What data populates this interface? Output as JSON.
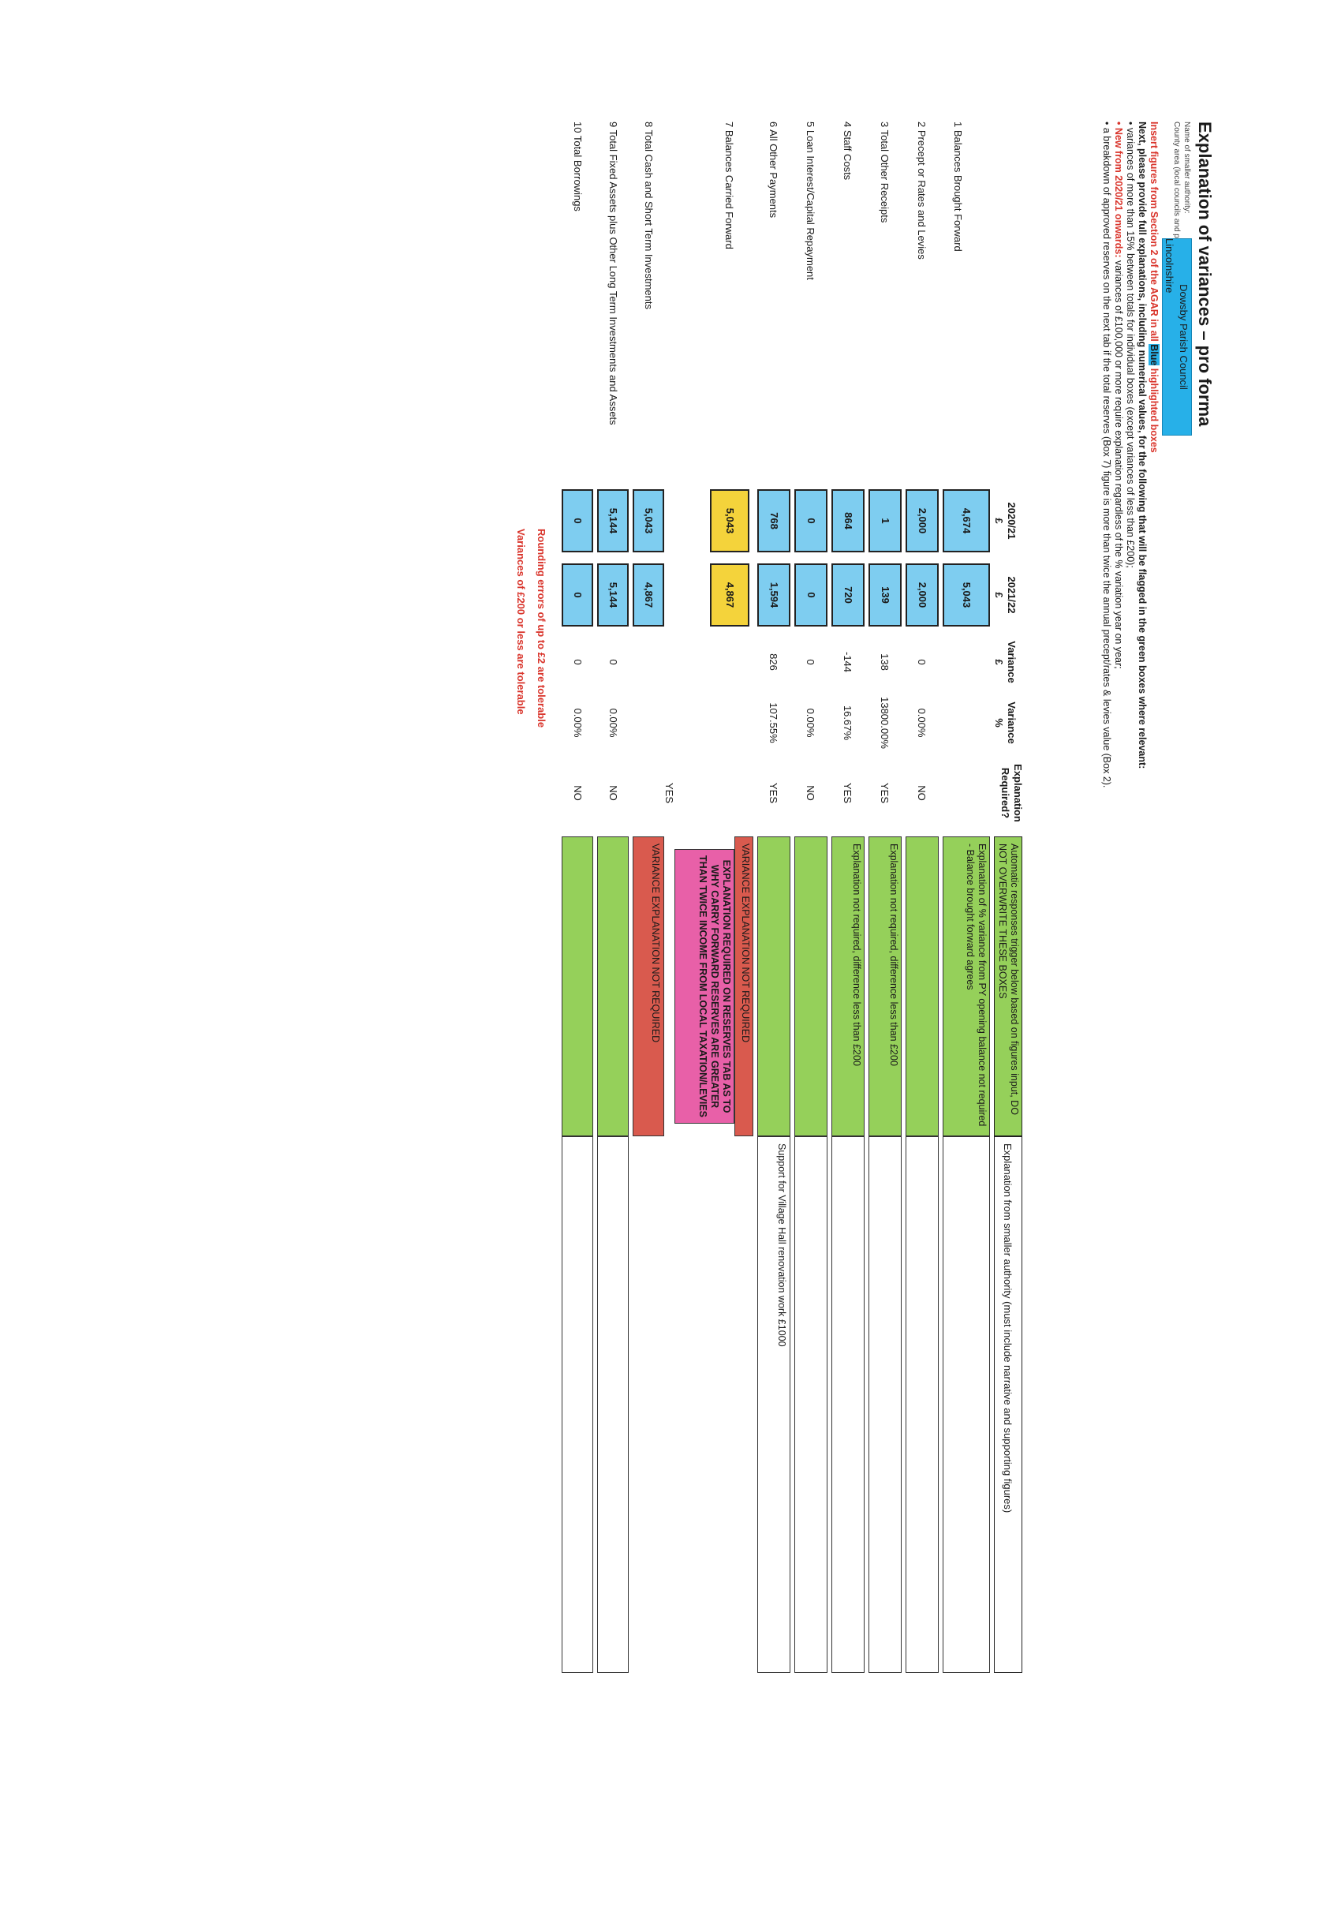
{
  "title": "Explanation of variances – pro forma",
  "authority": {
    "name_label": "Name of smaller authority:",
    "name_value": "Dowsby Parish Council",
    "county_label": "County area (local councils and parish meetings only):",
    "county_value": "Lincolnshire"
  },
  "instructions": {
    "line1_prefix": "Insert figures from Section 2 of the AGAR in all ",
    "line1_blue": "Blue",
    "line1_suffix": " highlighted boxes",
    "line2": "Next, please provide full explanations, including numerical values, for the following that will be flagged in the green boxes where relevant:",
    "bullet1": "• variances of more than 15% between totals for individual boxes (except variances of less than £200);",
    "bullet2_red": "• New from 2020/21 onwards:",
    "bullet2_rest": " variances of £100,000 or more require explanation regardless of the % variation year on year;",
    "bullet3": "• a breakdown of approved reserves on the next tab if the total reserves (Box 7) figure is more than twice the annual precept/rates & levies value (Box 2)."
  },
  "headers": {
    "y1": "2020/21",
    "y1_unit": "£",
    "y2": "2021/22",
    "y2_unit": "£",
    "var": "Variance",
    "var_unit": "£",
    "varpct": "Variance",
    "varpct_unit": "%",
    "req1": "Explanation",
    "req2": "Required?",
    "auto": "Automatic responses trigger below based on figures input, DO NOT OVERWRITE THESE BOXES",
    "expl": "Explanation from smaller authority (must include narrative and supporting figures)"
  },
  "rows": [
    {
      "label": "1 Balances Brought Forward",
      "y1": "4,674",
      "y2": "5,043",
      "var": "",
      "pct": "",
      "req": "",
      "auto": "Explanation of % variance from PY opening balance not required - Balance brought forward agrees",
      "expl": ""
    },
    {
      "label": "2 Precept or Rates and Levies",
      "y1": "2,000",
      "y2": "2,000",
      "var": "0",
      "pct": "0.00%",
      "req": "NO",
      "auto": "",
      "expl": ""
    },
    {
      "label": "3 Total Other Receipts",
      "y1": "1",
      "y2": "139",
      "var": "138",
      "pct": "13800.00%",
      "req": "YES",
      "auto": "Explanation not required, difference less than £200",
      "expl": ""
    },
    {
      "label": "4 Staff Costs",
      "y1": "864",
      "y2": "720",
      "var": "-144",
      "pct": "16.67%",
      "req": "YES",
      "auto": "Explanation not required, difference less than £200",
      "expl": ""
    },
    {
      "label": "5 Loan Interest/Capital Repayment",
      "y1": "0",
      "y2": "0",
      "var": "0",
      "pct": "0.00%",
      "req": "NO",
      "auto": "",
      "expl": ""
    },
    {
      "label": "6 All Other Payments",
      "y1": "768",
      "y2": "1,594",
      "var": "826",
      "pct": "107.55%",
      "req": "YES",
      "auto": "",
      "expl": "Support for Village Hall renovation work £1000"
    },
    {
      "label": "7 Balances Carried Forward",
      "y1": "5,043",
      "y2": "4,867",
      "var": "",
      "pct": "",
      "req": "YES",
      "auto": "VARIANCE EXPLANATION NOT REQUIRED",
      "auto2": "EXPLANATION REQUIRED ON RESERVES TAB AS TO WHY CARRY FORWARD RESERVES ARE GREATER THAN TWICE INCOME FROM LOCAL TAXATION/LEVIES",
      "expl": ""
    },
    {
      "label": "8 Total Cash and Short Term Investments",
      "y1": "5,043",
      "y2": "4,867",
      "var": "",
      "pct": "",
      "req": "",
      "auto": "VARIANCE EXPLANATION NOT REQUIRED",
      "expl": ""
    },
    {
      "label": "9 Total Fixed Assets plus Other Long Term Investments and Assets",
      "y1": "5,144",
      "y2": "5,144",
      "var": "0",
      "pct": "0.00%",
      "req": "NO",
      "auto": "",
      "expl": ""
    },
    {
      "label": "10 Total Borrowings",
      "y1": "0",
      "y2": "0",
      "var": "0",
      "pct": "0.00%",
      "req": "NO",
      "auto": "",
      "expl": ""
    }
  ],
  "footer": {
    "line1": "Rounding errors of up to £2 are tolerable",
    "line2": "Variances of £200 or less are tolerable"
  },
  "colors": {
    "blue_input": "#7ecdf0",
    "yellow_input": "#f4d33b",
    "green_auto": "#95d05a",
    "pink_alert": "#e860a8",
    "red_alert": "#d95a4e",
    "authority_box": "#27b0e8"
  }
}
